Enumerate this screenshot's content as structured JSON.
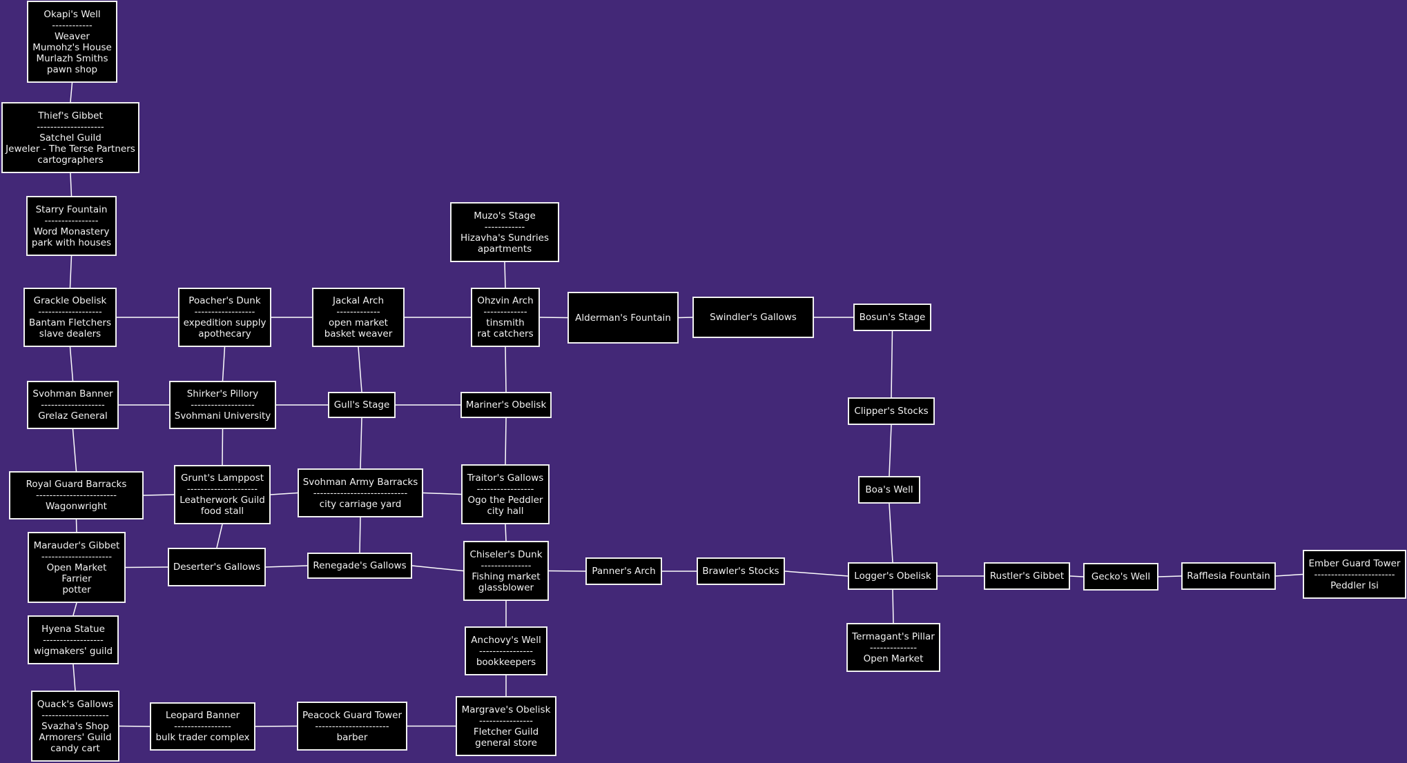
{
  "colors": {
    "background": "#432877",
    "node_fill": "#000000",
    "node_border": "#f2f2f2",
    "edge": "#ffffff",
    "text": "#f2f2f2"
  },
  "nodes": [
    {
      "id": "okapi",
      "title": "Okapi's Well",
      "sep": "------------",
      "items": [
        "Weaver",
        "Mumohz's House",
        "Murlazh Smiths",
        "pawn shop"
      ]
    },
    {
      "id": "thief",
      "title": "Thief's Gibbet",
      "sep": "--------------------",
      "items": [
        "Satchel Guild",
        "Jeweler - The Terse Partners",
        "cartographers"
      ]
    },
    {
      "id": "starry",
      "title": "Starry Fountain",
      "sep": "----------------",
      "items": [
        "Word Monastery",
        "park with houses"
      ]
    },
    {
      "id": "grackle",
      "title": "Grackle Obelisk",
      "sep": "-------------------",
      "items": [
        "Bantam Fletchers",
        "slave dealers"
      ]
    },
    {
      "id": "poacher",
      "title": "Poacher's Dunk",
      "sep": "------------------",
      "items": [
        "expedition supply",
        "apothecary"
      ]
    },
    {
      "id": "jackal",
      "title": "Jackal Arch",
      "sep": "-------------",
      "items": [
        "open market",
        "basket weaver"
      ]
    },
    {
      "id": "muzo",
      "title": "Muzo's Stage",
      "sep": "------------",
      "items": [
        "Hizavha's Sundries",
        "apartments"
      ]
    },
    {
      "id": "ohzvin",
      "title": "Ohzvin Arch",
      "sep": "-------------",
      "items": [
        "tinsmith",
        "rat catchers"
      ]
    },
    {
      "id": "alderman",
      "title": "Alderman's Fountain",
      "sep": "",
      "items": []
    },
    {
      "id": "swindler",
      "title": "Swindler's Gallows",
      "sep": "",
      "items": []
    },
    {
      "id": "bosun",
      "title": "Bosun's Stage",
      "sep": "",
      "items": []
    },
    {
      "id": "svbanner",
      "title": "Svohman Banner",
      "sep": "-------------------",
      "items": [
        "Grelaz General"
      ]
    },
    {
      "id": "shirker",
      "title": "Shirker's Pillory",
      "sep": "-------------------",
      "items": [
        "Svohmani University"
      ]
    },
    {
      "id": "gull",
      "title": "Gull's Stage",
      "sep": "",
      "items": []
    },
    {
      "id": "mariner",
      "title": "Mariner's Obelisk",
      "sep": "",
      "items": []
    },
    {
      "id": "clipper",
      "title": "Clipper's Stocks",
      "sep": "",
      "items": []
    },
    {
      "id": "royal",
      "title": "Royal Guard Barracks",
      "sep": "------------------------",
      "items": [
        "Wagonwright"
      ]
    },
    {
      "id": "grunt",
      "title": "Grunt's Lamppost",
      "sep": "---------------------",
      "items": [
        "Leatherwork Guild",
        "food stall"
      ]
    },
    {
      "id": "svarmy",
      "title": "Svohman Army Barracks",
      "sep": "----------------------------",
      "items": [
        "city carriage yard"
      ]
    },
    {
      "id": "traitor",
      "title": "Traitor's Gallows",
      "sep": "-----------------",
      "items": [
        "Ogo the Peddler",
        "city hall"
      ]
    },
    {
      "id": "boa",
      "title": "Boa's Well",
      "sep": "",
      "items": []
    },
    {
      "id": "marauder",
      "title": "Marauder's Gibbet",
      "sep": "---------------------",
      "items": [
        "Open Market",
        "Farrier",
        "potter"
      ]
    },
    {
      "id": "deserter",
      "title": "Deserter's Gallows",
      "sep": "",
      "items": []
    },
    {
      "id": "renegade",
      "title": "Renegade's Gallows",
      "sep": "",
      "items": []
    },
    {
      "id": "chiseler",
      "title": "Chiseler's Dunk",
      "sep": "---------------",
      "items": [
        "Fishing market",
        "glassblower"
      ]
    },
    {
      "id": "panner",
      "title": "Panner's Arch",
      "sep": "",
      "items": []
    },
    {
      "id": "brawler",
      "title": "Brawler's Stocks",
      "sep": "",
      "items": []
    },
    {
      "id": "logger",
      "title": "Logger's Obelisk",
      "sep": "",
      "items": []
    },
    {
      "id": "rustler",
      "title": "Rustler's Gibbet",
      "sep": "",
      "items": []
    },
    {
      "id": "gecko",
      "title": "Gecko's Well",
      "sep": "",
      "items": []
    },
    {
      "id": "rafflesia",
      "title": "Rafflesia Fountain",
      "sep": "",
      "items": []
    },
    {
      "id": "ember",
      "title": "Ember Guard Tower",
      "sep": "------------------------",
      "items": [
        "Peddler Isi"
      ]
    },
    {
      "id": "hyena",
      "title": "Hyena Statue",
      "sep": "------------------",
      "items": [
        "wigmakers' guild"
      ]
    },
    {
      "id": "anchovy",
      "title": "Anchovy's Well",
      "sep": "----------------",
      "items": [
        "bookkeepers"
      ]
    },
    {
      "id": "termagant",
      "title": "Termagant's Pillar",
      "sep": "--------------",
      "items": [
        "Open Market"
      ]
    },
    {
      "id": "quack",
      "title": "Quack's Gallows",
      "sep": "--------------------",
      "items": [
        "Svazha's Shop",
        "Armorers' Guild",
        "candy cart"
      ]
    },
    {
      "id": "leopard",
      "title": "Leopard Banner",
      "sep": "-----------------",
      "items": [
        "bulk trader complex"
      ]
    },
    {
      "id": "peacock",
      "title": "Peacock Guard Tower",
      "sep": "----------------------",
      "items": [
        "barber"
      ]
    },
    {
      "id": "margrave",
      "title": "Margrave's Obelisk",
      "sep": "----------------",
      "items": [
        "Fletcher Guild",
        "general store"
      ]
    }
  ],
  "edges": [
    [
      "okapi",
      "thief"
    ],
    [
      "thief",
      "starry"
    ],
    [
      "starry",
      "grackle"
    ],
    [
      "grackle",
      "poacher"
    ],
    [
      "poacher",
      "jackal"
    ],
    [
      "jackal",
      "ohzvin"
    ],
    [
      "muzo",
      "ohzvin"
    ],
    [
      "ohzvin",
      "alderman"
    ],
    [
      "alderman",
      "swindler"
    ],
    [
      "swindler",
      "bosun"
    ],
    [
      "grackle",
      "svbanner"
    ],
    [
      "poacher",
      "shirker"
    ],
    [
      "jackal",
      "gull"
    ],
    [
      "ohzvin",
      "mariner"
    ],
    [
      "svbanner",
      "shirker"
    ],
    [
      "shirker",
      "gull"
    ],
    [
      "gull",
      "mariner"
    ],
    [
      "bosun",
      "clipper"
    ],
    [
      "clipper",
      "boa"
    ],
    [
      "boa",
      "logger"
    ],
    [
      "svbanner",
      "royal"
    ],
    [
      "shirker",
      "grunt"
    ],
    [
      "gull",
      "svarmy"
    ],
    [
      "mariner",
      "traitor"
    ],
    [
      "royal",
      "grunt"
    ],
    [
      "grunt",
      "svarmy"
    ],
    [
      "svarmy",
      "traitor"
    ],
    [
      "royal",
      "marauder"
    ],
    [
      "grunt",
      "deserter"
    ],
    [
      "svarmy",
      "renegade"
    ],
    [
      "traitor",
      "chiseler"
    ],
    [
      "marauder",
      "deserter"
    ],
    [
      "deserter",
      "renegade"
    ],
    [
      "renegade",
      "chiseler"
    ],
    [
      "chiseler",
      "panner"
    ],
    [
      "panner",
      "brawler"
    ],
    [
      "brawler",
      "logger"
    ],
    [
      "logger",
      "rustler"
    ],
    [
      "rustler",
      "gecko"
    ],
    [
      "gecko",
      "rafflesia"
    ],
    [
      "rafflesia",
      "ember"
    ],
    [
      "marauder",
      "hyena"
    ],
    [
      "chiseler",
      "anchovy"
    ],
    [
      "logger",
      "termagant"
    ],
    [
      "hyena",
      "quack"
    ],
    [
      "anchovy",
      "margrave"
    ],
    [
      "quack",
      "leopard"
    ],
    [
      "leopard",
      "peacock"
    ],
    [
      "peacock",
      "margrave"
    ]
  ]
}
